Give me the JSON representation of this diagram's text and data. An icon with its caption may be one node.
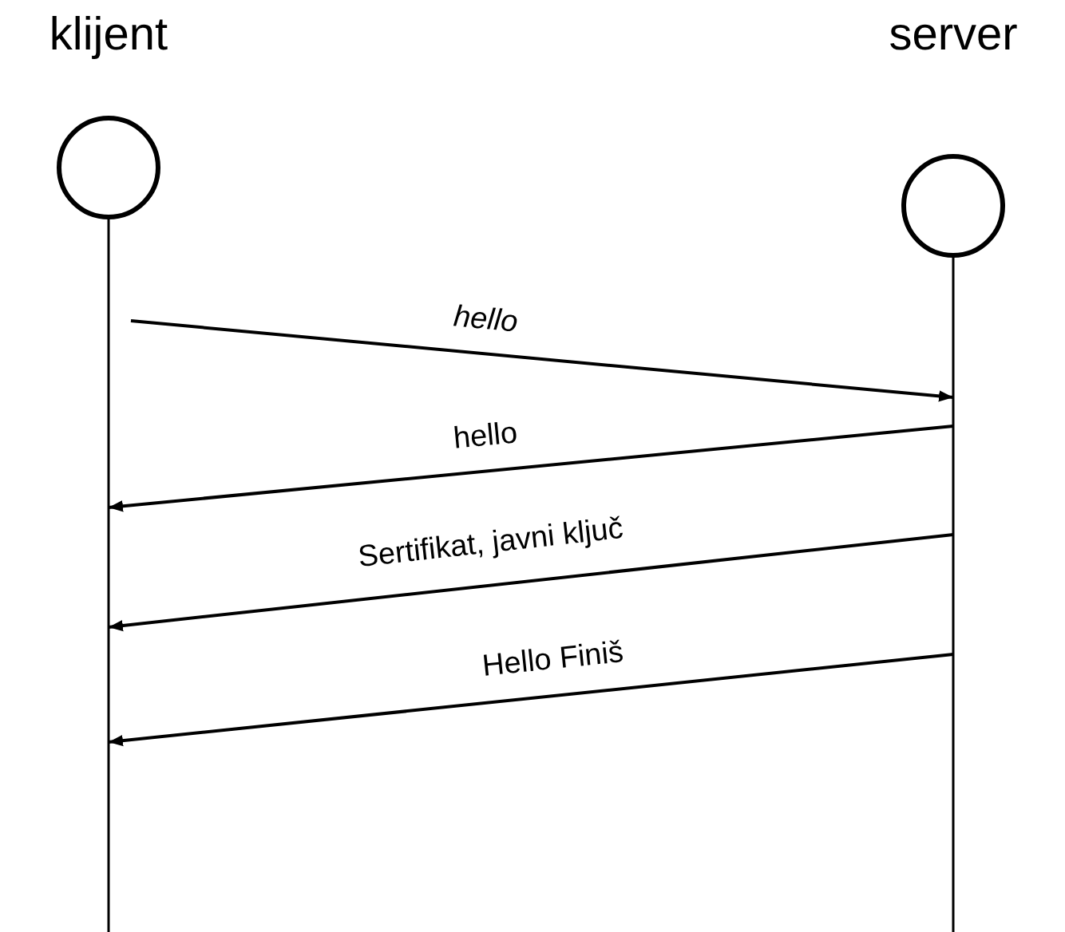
{
  "diagram": {
    "nodes": [
      {
        "text": [
          "klijent"
        ]
      },
      {
        "text": [
          "server"
        ]
      }
    ],
    "edges": [
      {
        "from": 0,
        "to": 1,
        "arrow": "to",
        "label": "hello"
      },
      {
        "from": 1,
        "to": 0,
        "arrow": "to",
        "label": "hello"
      },
      {
        "from": 1,
        "to": 0,
        "arrow": "to",
        "label": "Sertifikat, javni ključ"
      },
      {
        "from": 1,
        "to": 0,
        "arrow": "to",
        "label": "Hello Finiš"
      }
    ]
  }
}
